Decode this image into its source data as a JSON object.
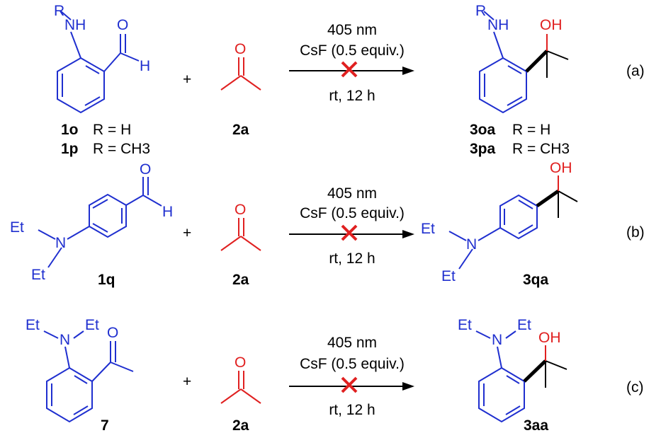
{
  "atoms": {
    "nh": "NH",
    "r": "R",
    "o": "O",
    "h": "H",
    "oh": "OH",
    "n": "N",
    "et": "Et"
  },
  "plus": "+",
  "conditions": {
    "wavelength": "405 nm",
    "reagent": "CsF (0.5 equiv.)",
    "temp_time": "rt, 12 h"
  },
  "rows": [
    {
      "label": "(a)",
      "sm_labels": [
        "1o",
        "1p"
      ],
      "sm_r": [
        "R = H",
        "R = CH3"
      ],
      "reagent_label": "2a",
      "product_labels": [
        "3oa",
        "3pa"
      ],
      "product_r": [
        "R = H",
        "R = CH3"
      ]
    },
    {
      "label": "(b)",
      "sm_label": "1q",
      "reagent_label": "2a",
      "product_label": "3qa"
    },
    {
      "label": "(c)",
      "sm_label": "7",
      "reagent_label": "2a",
      "product_label": "3aa"
    }
  ],
  "colors": {
    "substrate": "#1f2fcf",
    "acetone": "#e02020",
    "blocked_mark": "#e02020"
  }
}
